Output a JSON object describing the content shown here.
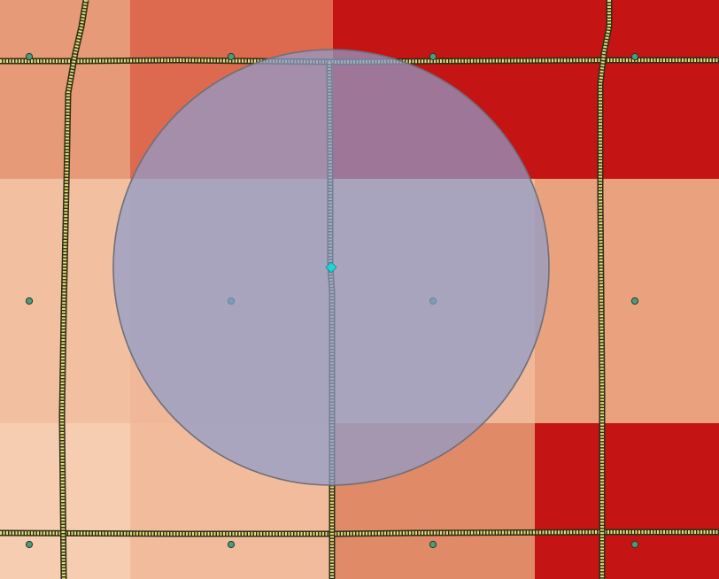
{
  "map": {
    "layer": "choropleth",
    "grid": {
      "rows": 3,
      "cols": 4,
      "fills": [
        [
          "#e69a78",
          "#dd6a4f",
          "#c41414",
          "#c41414"
        ],
        [
          "#f2bfa1",
          "#f0b898",
          "#f0b898",
          "#eaa27e"
        ],
        [
          "#f6cdb0",
          "#f2bc9c",
          "#e08a68",
          "#c41414"
        ]
      ],
      "dots": [
        {
          "row": 0,
          "col": 0
        },
        {
          "row": 0,
          "col": 1
        },
        {
          "row": 0,
          "col": 2
        },
        {
          "row": 0,
          "col": 3
        },
        {
          "row": 1,
          "col": 0
        },
        {
          "row": 1,
          "col": 1
        },
        {
          "row": 1,
          "col": 2
        },
        {
          "row": 1,
          "col": 3
        },
        {
          "row": 2,
          "col": 0
        },
        {
          "row": 2,
          "col": 1
        },
        {
          "row": 2,
          "col": 2
        },
        {
          "row": 2,
          "col": 3
        }
      ]
    },
    "colors": {
      "boundary": "#e2dc7a",
      "boundary_outline": "#2f2f1a",
      "dot": "#4f9a7c",
      "selection_fill": "#8e9ccc",
      "selection_stroke": "#6d6f78",
      "center_marker": "#22d3d3"
    },
    "selection": {
      "shape": "circle",
      "center_marker": "cyan-diamond"
    }
  }
}
